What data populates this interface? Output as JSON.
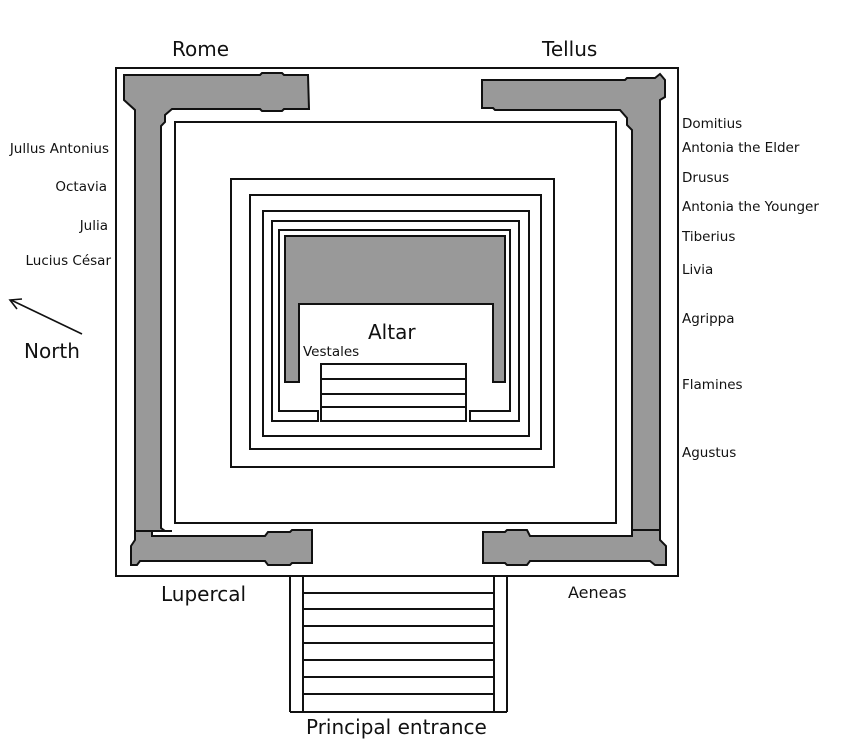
{
  "labels": {
    "rome": "Rome",
    "tellus": "Tellus",
    "lupercal": "Lupercal",
    "aeneas": "Aeneas",
    "entrance": "Principal entrance",
    "altar": "Altar",
    "vestales": "Vestales",
    "north": "North"
  },
  "left_figures": [
    "Jullus Antonius",
    "Octavia",
    "Julia",
    "Lucius César"
  ],
  "right_figures": [
    "Domitius",
    "Antonia the Elder",
    "Drusus",
    "Antonia the Younger",
    "Tiberius",
    "Livia",
    "Agrippa",
    "Flamines",
    "Agustus"
  ],
  "colors": {
    "wall_fill": "#999999",
    "stroke": "#111111",
    "background": "#ffffff"
  }
}
